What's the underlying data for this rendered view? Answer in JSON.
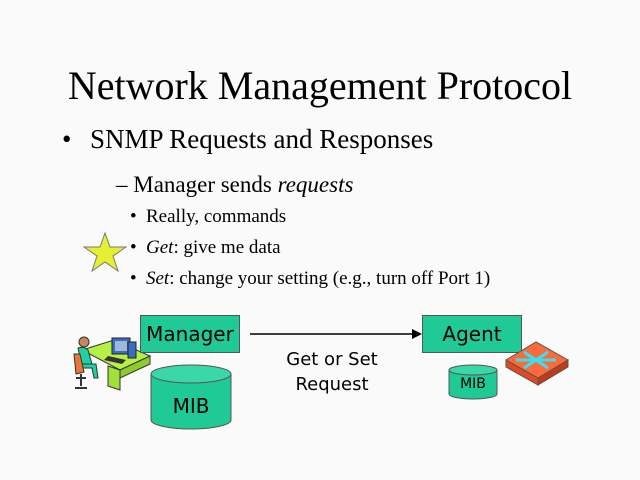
{
  "slide": {
    "title": "Network Management Protocol",
    "bullet_l1": "SNMP Requests and Responses",
    "bullet_l2": {
      "prefix": "– Manager sends ",
      "emph": "requests"
    },
    "bullets_l3": [
      {
        "emph": "",
        "text": "Really, commands"
      },
      {
        "emph": "Get",
        "text": ": give me data"
      },
      {
        "emph": "Set",
        "text": ": change your setting (e.g., turn off Port 1)"
      }
    ]
  },
  "diagram": {
    "manager_label": "Manager",
    "agent_label": "Agent",
    "manager_mib_label": "MIB",
    "agent_mib_label": "MIB",
    "request_line1": "Get or Set",
    "request_line2": "Request",
    "colors": {
      "box": "#1fca96",
      "cylinder": "#1fca96",
      "cylinder_top": "#3ad8a8",
      "star": "#e6f032",
      "desk": "#b4f046",
      "router": "#ff6a3c",
      "router_arrows": "#3ae0f0"
    }
  }
}
